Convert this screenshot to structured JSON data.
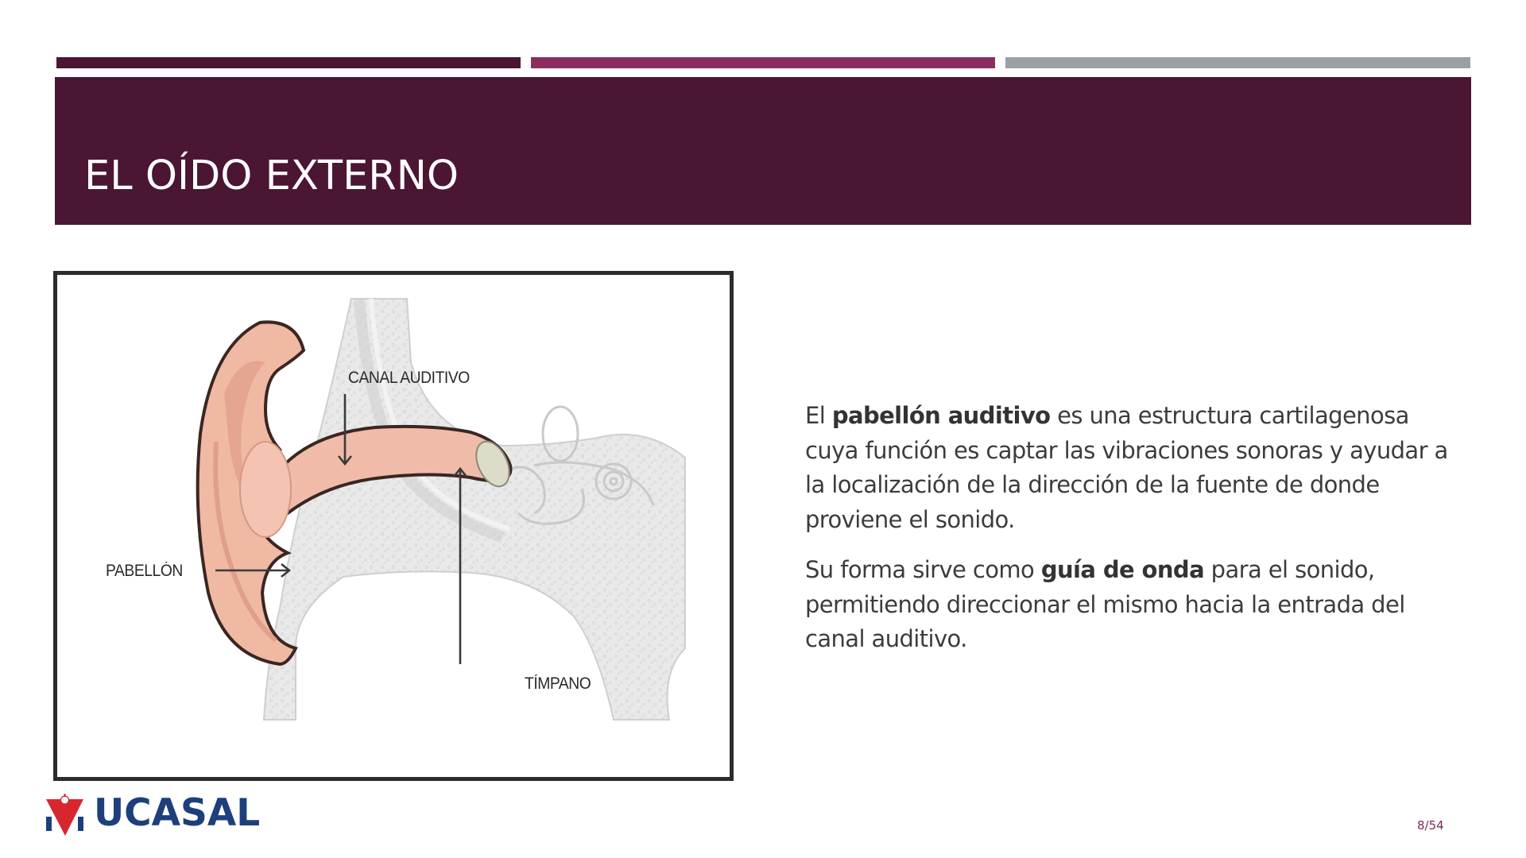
{
  "slide": {
    "title": "EL OÍDO EXTERNO",
    "page_indicator": "8/54",
    "colors": {
      "title_band": "#4b1632",
      "bar_dark": "#4b1631",
      "bar_magenta": "#8c2d5f",
      "bar_grey": "#9aa1a6",
      "page_number": "#7c2b5a",
      "logo_navy": "#1d3f7c",
      "logo_red": "#d8262e"
    }
  },
  "figure": {
    "labels": {
      "canal": "CANAL AUDITIVO",
      "pabellon": "PABELLÓN",
      "timpano": "TÍMPANO"
    }
  },
  "body": {
    "p1": {
      "pre": "El ",
      "bold": "pabellón auditivo",
      "post": " es una estructura cartilagenosa cuya función es captar las vibraciones sonoras y ayudar a la localización de la dirección de la fuente de donde proviene el sonido."
    },
    "p2": {
      "pre": "Su forma sirve como ",
      "bold": "guía de onda",
      "post": " para el sonido, permitiendo direccionar el mismo hacia la entrada del canal auditivo."
    }
  },
  "logo": {
    "text": "UCASAL",
    "icon": "ucasal-shield-icon"
  }
}
